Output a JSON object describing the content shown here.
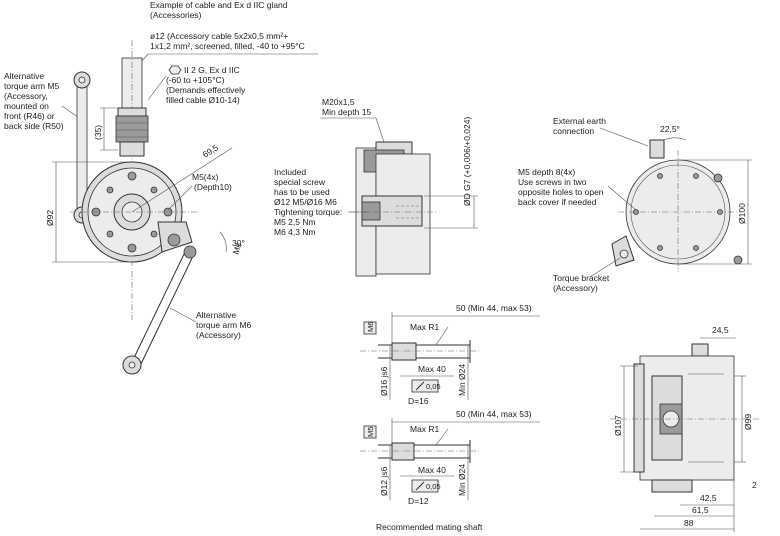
{
  "notes": {
    "cable_gland": [
      "Example of cable and Ex d IIC gland",
      "(Accessories)"
    ],
    "cable_spec": [
      "ø12 (Accessory cable 5x2x0,5 mm²+",
      "1x1,2 mm², screened, filled, -40 to +95°C"
    ],
    "atex": [
      "II 2 G, Ex d IIC",
      "(-60 to +105°C)",
      "(Demands effectively",
      "filled cable Ø10-14)"
    ],
    "arm_m5": [
      "Alternative",
      "torque arm M5",
      "(Accessory,",
      "mounted on",
      "front (R46) or",
      "back side (R50)"
    ],
    "arm_m6": [
      "Alternative",
      "torque arm M6",
      "(Accessory)"
    ],
    "screw": [
      "Included",
      "special screw",
      "has to be used",
      "Ø12 M5/Ø16 M6",
      "Tightening torque:",
      "M5 2,5 Nm",
      "M6 4,3 Nm"
    ],
    "earth": [
      "External earth",
      "connection"
    ],
    "m5_depth": [
      "M5 depth 8(4x)",
      "Use screws in two",
      "opposite holes to open",
      "back cover if needed"
    ],
    "bracket": [
      "Torque bracket",
      "(Accessory)"
    ],
    "caption": "Recommended mating shaft"
  },
  "dims": {
    "d35": "(35)",
    "d695": "69,5",
    "m5_4x": "M5(4x)",
    "depth10": "(Depth10)",
    "d92": "Ø92",
    "m6": "M6",
    "a30": "30°",
    "m20": "M20x1,5",
    "min_depth15": "Min depth 15",
    "dg7": "ØD G7 (+0,006/+0,024)",
    "a225": "22,5°",
    "d100": "Ø100",
    "d50": "50 (Min 44, max 53)",
    "max_r1": "Max R1",
    "max40": "Max 40",
    "min24": "Min Ø24",
    "d16js6": "Ø16 js6",
    "d12js6": "Ø12 js6",
    "tol005": "0,05",
    "d_16": "D=16",
    "d_12": "D=12",
    "m6_tag": "M6",
    "m5_tag": "M5",
    "d245": "24,5",
    "d107": "Ø107",
    "d99": "Ø99",
    "d425": "42,5",
    "d615": "61,5",
    "d88": "88",
    "d2": "2"
  }
}
